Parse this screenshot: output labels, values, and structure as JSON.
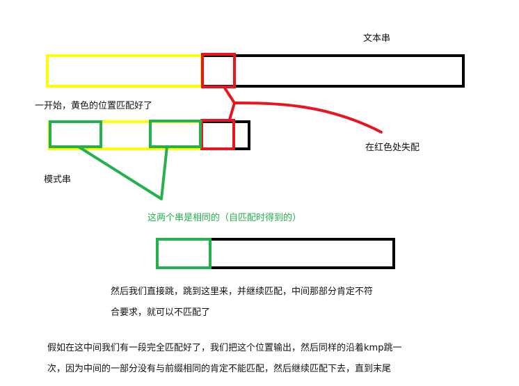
{
  "labels": {
    "text_string": "文本串",
    "pattern_string": "模式串",
    "yellow_matched": "一开始，黄色的位置匹配好了",
    "red_mismatch": "在红色处失配",
    "same_substrings": "这两个串是相同的（自匹配时得到的）",
    "jump_line1": "然后我们直接跳，跳到这里来，并继续匹配，中间那部分肯定不符",
    "jump_line2": "合要求，就可以不匹配了",
    "final_line1": "假如在这中间我们有一段完全匹配好了，我们把这个位置输出，然后同样的沿着kmp跳一",
    "final_line2": "次，因为中间的一部分没有与前缀相同的肯定不能匹配，然后继续匹配下去，直到末尾"
  },
  "colors": {
    "black": "#000000",
    "yellow": "#ffff00",
    "red": "#e8141e",
    "green": "#22b14c",
    "green_text": "#22b14c"
  }
}
